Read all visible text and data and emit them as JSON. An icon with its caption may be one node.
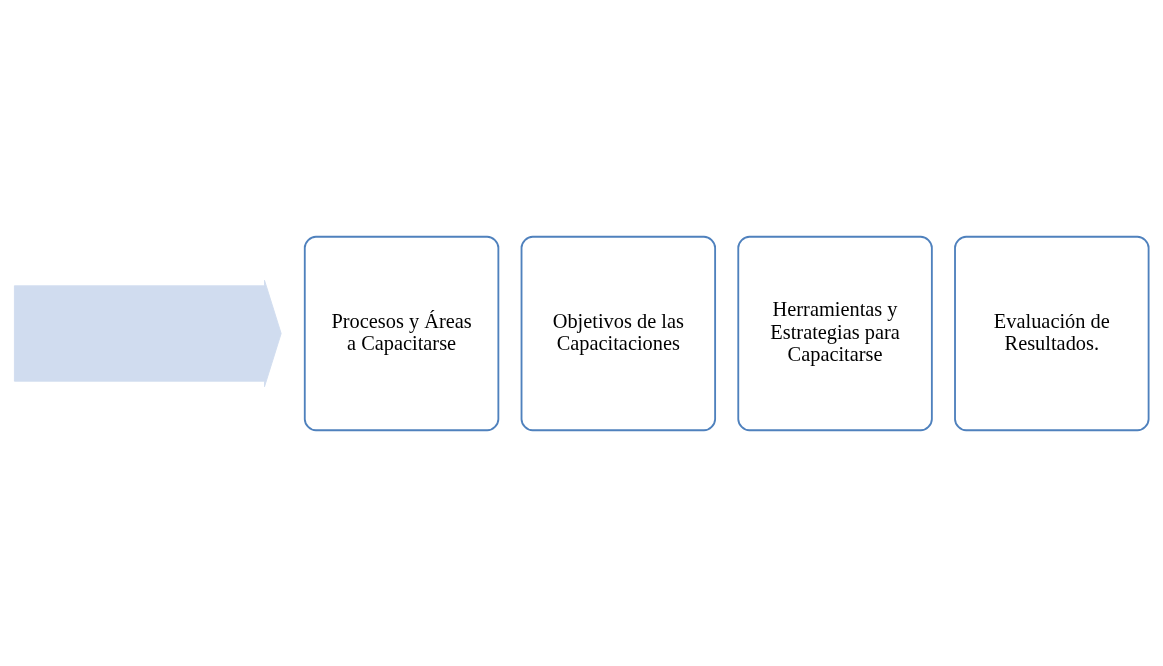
{
  "diagram": {
    "nodes": [
      {
        "text": [],
        "shape": "arrow"
      },
      {
        "text": [
          "Procesos y Áreas a Capacitarse"
        ]
      },
      {
        "text": [
          "Objetivos de las Capacitaciones"
        ]
      },
      {
        "text": [
          "Herramientas y Estrategias para Capacitarse"
        ]
      },
      {
        "text": [
          "Evaluación de Resultados."
        ]
      }
    ],
    "edges": []
  }
}
